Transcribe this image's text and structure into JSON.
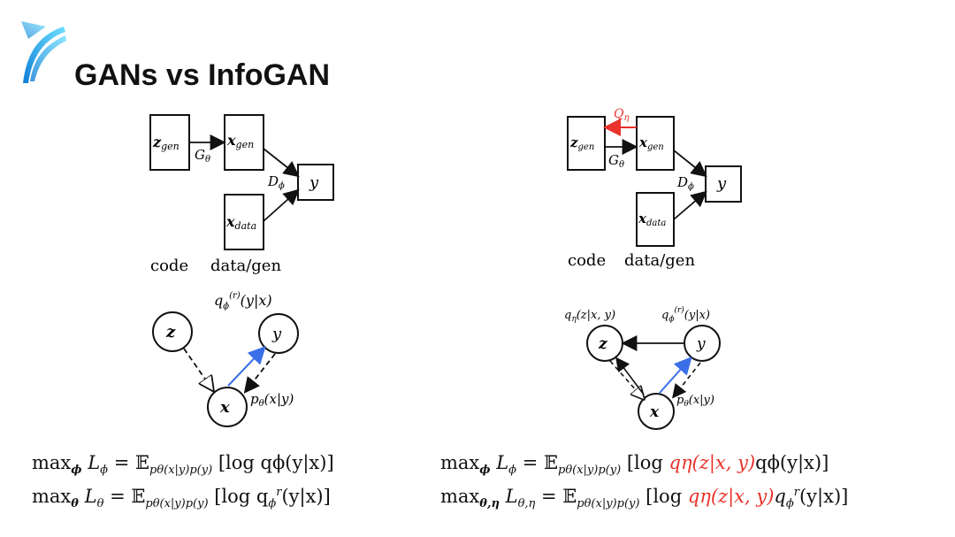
{
  "slide": {
    "title": "GANs vs InfoGAN"
  },
  "left_diagram": {
    "box_zgen": "z",
    "box_zgen_sub": "gen",
    "box_xgen": "x",
    "box_xgen_sub": "gen",
    "box_xdata": "x",
    "box_xdata_sub": "data",
    "box_y": "y",
    "edge_g": "G",
    "edge_g_sub": "θ",
    "edge_d": "D",
    "edge_d_sub": "ϕ",
    "label_code": "code",
    "label_datagen": "data/gen"
  },
  "right_diagram": {
    "box_zgen": "z",
    "box_zgen_sub": "gen",
    "box_xgen": "x",
    "box_xgen_sub": "gen",
    "box_xdata": "x",
    "box_xdata_sub": "data",
    "box_y": "y",
    "edge_g": "G",
    "edge_g_sub": "θ",
    "edge_d": "D",
    "edge_d_sub": "ϕ",
    "edge_q": "Q",
    "edge_q_sub": "η",
    "label_code": "code",
    "label_datagen": "data/gen"
  },
  "left_graph": {
    "node_z": "z",
    "node_y": "y",
    "node_x": "x",
    "label_q": "q",
    "label_q_sub": "ϕ",
    "label_q_sup": "(r)",
    "label_q_arg": "(y|x)",
    "label_p": "p",
    "label_p_sub": "θ",
    "label_p_arg": "(x|y)"
  },
  "right_graph": {
    "node_z": "z",
    "node_y": "y",
    "node_x": "x",
    "label_qeta": "q",
    "label_qeta_sub": "η",
    "label_qeta_arg": "(z|x, y)",
    "label_q": "q",
    "label_q_sub": "ϕ",
    "label_q_sup": "(r)",
    "label_q_arg": "(y|x)",
    "label_p": "p",
    "label_p_sub": "θ",
    "label_p_arg": "(x|y)"
  },
  "equations": {
    "left_1": {
      "max": "max",
      "max_sub": "ϕ",
      "loss": "L",
      "loss_sub": "ϕ",
      "equals": " = 𝔼",
      "exp_sub": "pθ(x|y)p(y)",
      "body": "[log qϕ(y|x)]"
    },
    "left_2": {
      "max": "max",
      "max_sub": "θ",
      "loss": "L",
      "loss_sub": "θ",
      "equals": " = 𝔼",
      "exp_sub": "pθ(x|y)p(y)",
      "body_pre": "[log q",
      "body_sub": "ϕ",
      "body_sup": "r",
      "body_post": "(y|x)]"
    },
    "right_1": {
      "max": "max",
      "max_sub": "ϕ",
      "loss": "L",
      "loss_sub": "ϕ",
      "equals": " = 𝔼",
      "exp_sub": "pθ(x|y)p(y)",
      "body_pre": "[log ",
      "body_red": "qη(z|x, y)",
      "body_post": "qϕ(y|x)]"
    },
    "right_2": {
      "max": "max",
      "max_sub": "θ,η",
      "loss": "L",
      "loss_sub": "θ,η",
      "equals": " = 𝔼",
      "exp_sub": "pθ(x|y)p(y)",
      "body_pre": "[log ",
      "body_red": "qη(z|x, y)",
      "body_post_pre": "q",
      "body_post_sub": "ϕ",
      "body_post_sup": "r",
      "body_post": "(y|x)]"
    }
  },
  "colors": {
    "accent_red": "#e8322b",
    "accent_blue": "#3b6fe8",
    "logo_blue": "#1aa6e8"
  }
}
